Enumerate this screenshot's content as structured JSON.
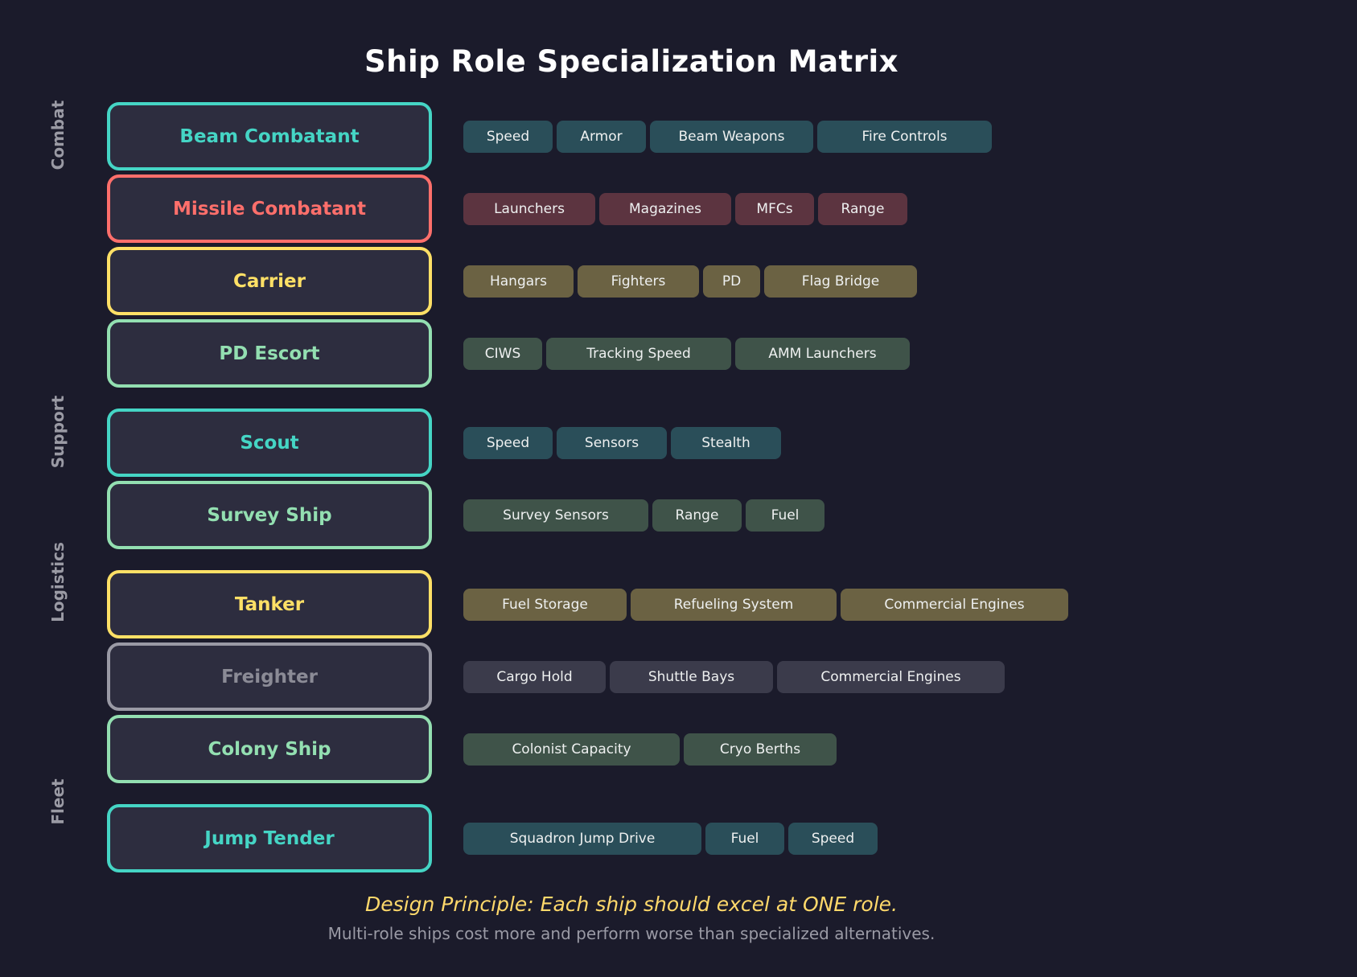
{
  "title": "Ship Role Specialization Matrix",
  "colors": {
    "background": "#1b1b2b",
    "box_fill": "#2d2d3f",
    "teal_accent": "#45d5c5",
    "teal_chip": "#2a4e59",
    "red_accent": "#ff6f6b",
    "red_chip": "#5c3440",
    "yellow_accent": "#ffe066",
    "yellow_chip": "#6b6243",
    "mint_accent": "#93dfb1",
    "mint_chip": "#3f5349",
    "gray_accent": "#9a9aa5",
    "gray_chip": "#3b3b4b",
    "principle_text": "#ffd96b",
    "note_text": "#9a9aa5"
  },
  "groups": [
    {
      "label": "Combat",
      "rows": [
        {
          "name": "Beam Combatant",
          "tags": [
            "Speed",
            "Armor",
            "Beam Weapons",
            "Fire Controls"
          ]
        },
        {
          "name": "Missile Combatant",
          "tags": [
            "Launchers",
            "Magazines",
            "MFCs",
            "Range"
          ]
        },
        {
          "name": "Carrier",
          "tags": [
            "Hangars",
            "Fighters",
            "PD",
            "Flag Bridge"
          ]
        },
        {
          "name": "PD Escort",
          "tags": [
            "CIWS",
            "Tracking Speed",
            "AMM Launchers"
          ]
        }
      ]
    },
    {
      "label": "Support",
      "rows": [
        {
          "name": "Scout",
          "tags": [
            "Speed",
            "Sensors",
            "Stealth"
          ]
        },
        {
          "name": "Survey Ship",
          "tags": [
            "Survey Sensors",
            "Range",
            "Fuel"
          ]
        }
      ]
    },
    {
      "label": "Logistics",
      "rows": [
        {
          "name": "Tanker",
          "tags": [
            "Fuel Storage",
            "Refueling System",
            "Commercial Engines"
          ]
        },
        {
          "name": "Freighter",
          "tags": [
            "Cargo Hold",
            "Shuttle Bays",
            "Commercial Engines"
          ]
        },
        {
          "name": "Colony Ship",
          "tags": [
            "Colonist Capacity",
            "Cryo Berths"
          ]
        }
      ]
    },
    {
      "label": "Fleet",
      "rows": [
        {
          "name": "Jump Tender",
          "tags": [
            "Squadron Jump Drive",
            "Fuel",
            "Speed"
          ]
        }
      ]
    }
  ],
  "footer": {
    "principle": "Design Principle: Each ship should excel at ONE role.",
    "note": "Multi-role ships cost more and perform worse than specialized alternatives."
  }
}
